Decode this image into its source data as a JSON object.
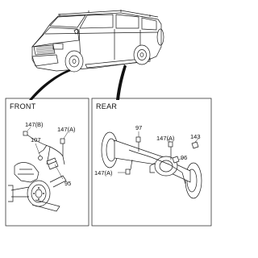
{
  "panels": {
    "front": {
      "title": "FRONT",
      "labels": {
        "p147b": "147(B)",
        "p147a": "147(A)",
        "p107": "107",
        "p95": "95"
      }
    },
    "rear": {
      "title": "REAR",
      "labels": {
        "p97": "97",
        "p147a_top": "147(A)",
        "p143": "143",
        "p96": "96",
        "p147a_left": "147(A)"
      }
    }
  }
}
